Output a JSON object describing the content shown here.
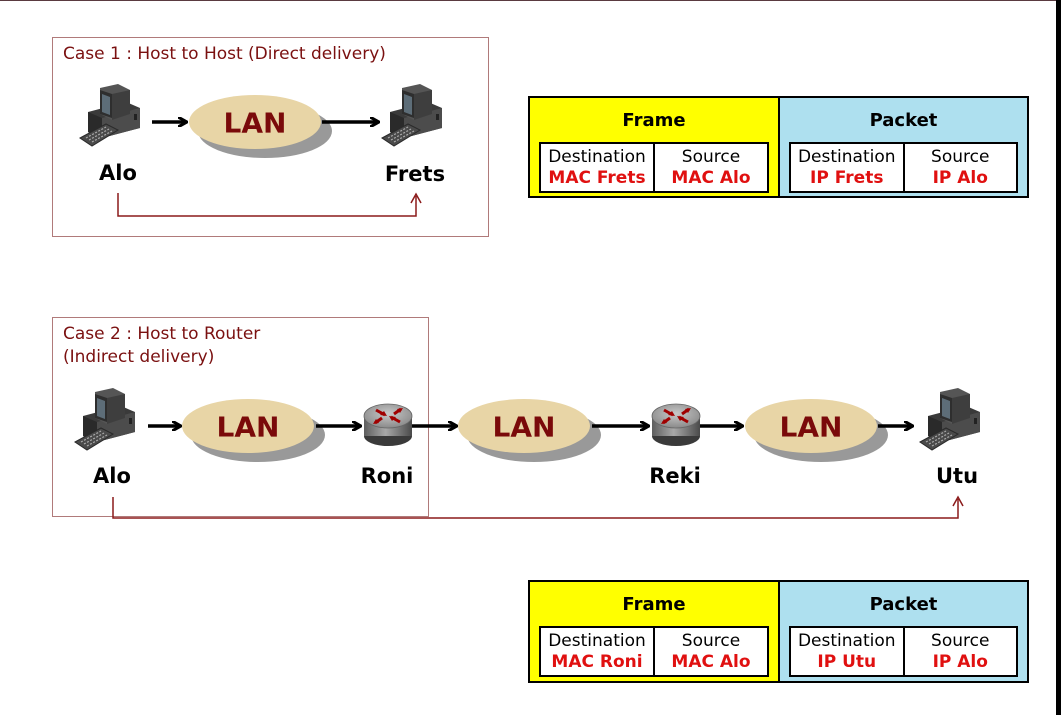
{
  "case1": {
    "title": "Case 1 : Host to Host (Direct delivery)",
    "nodes": [
      {
        "type": "host",
        "label": "Alo"
      },
      {
        "type": "lan",
        "label": "LAN"
      },
      {
        "type": "host",
        "label": "Frets"
      }
    ],
    "header": {
      "frame": {
        "title": "Frame",
        "fields": [
          {
            "label": "Destination",
            "value": "MAC Frets"
          },
          {
            "label": "Source",
            "value": "MAC Alo"
          }
        ]
      },
      "packet": {
        "title": "Packet",
        "fields": [
          {
            "label": "Destination",
            "value": "IP Frets"
          },
          {
            "label": "Source",
            "value": "IP Alo"
          }
        ]
      }
    }
  },
  "case2": {
    "title": "Case 2 : Host to Router\n(Indirect delivery)",
    "nodes": [
      {
        "type": "host",
        "label": "Alo"
      },
      {
        "type": "lan",
        "label": "LAN"
      },
      {
        "type": "router",
        "label": "Roni"
      },
      {
        "type": "lan",
        "label": "LAN"
      },
      {
        "type": "router",
        "label": "Reki"
      },
      {
        "type": "lan",
        "label": "LAN"
      },
      {
        "type": "host",
        "label": "Utu"
      }
    ],
    "header": {
      "frame": {
        "title": "Frame",
        "fields": [
          {
            "label": "Destination",
            "value": "MAC Roni"
          },
          {
            "label": "Source",
            "value": "MAC Alo"
          }
        ]
      },
      "packet": {
        "title": "Packet",
        "fields": [
          {
            "label": "Destination",
            "value": "IP Utu"
          },
          {
            "label": "Source",
            "value": "IP Alo"
          }
        ]
      }
    }
  },
  "colors": {
    "title_text": "#7a1010",
    "lan_fill": "#e8d5a6",
    "lan_text": "#7a0a0a",
    "frame_bg": "#ffff00",
    "packet_bg": "#aee0ef",
    "address_value": "#e01010",
    "path_line": "#8b1a1a"
  }
}
